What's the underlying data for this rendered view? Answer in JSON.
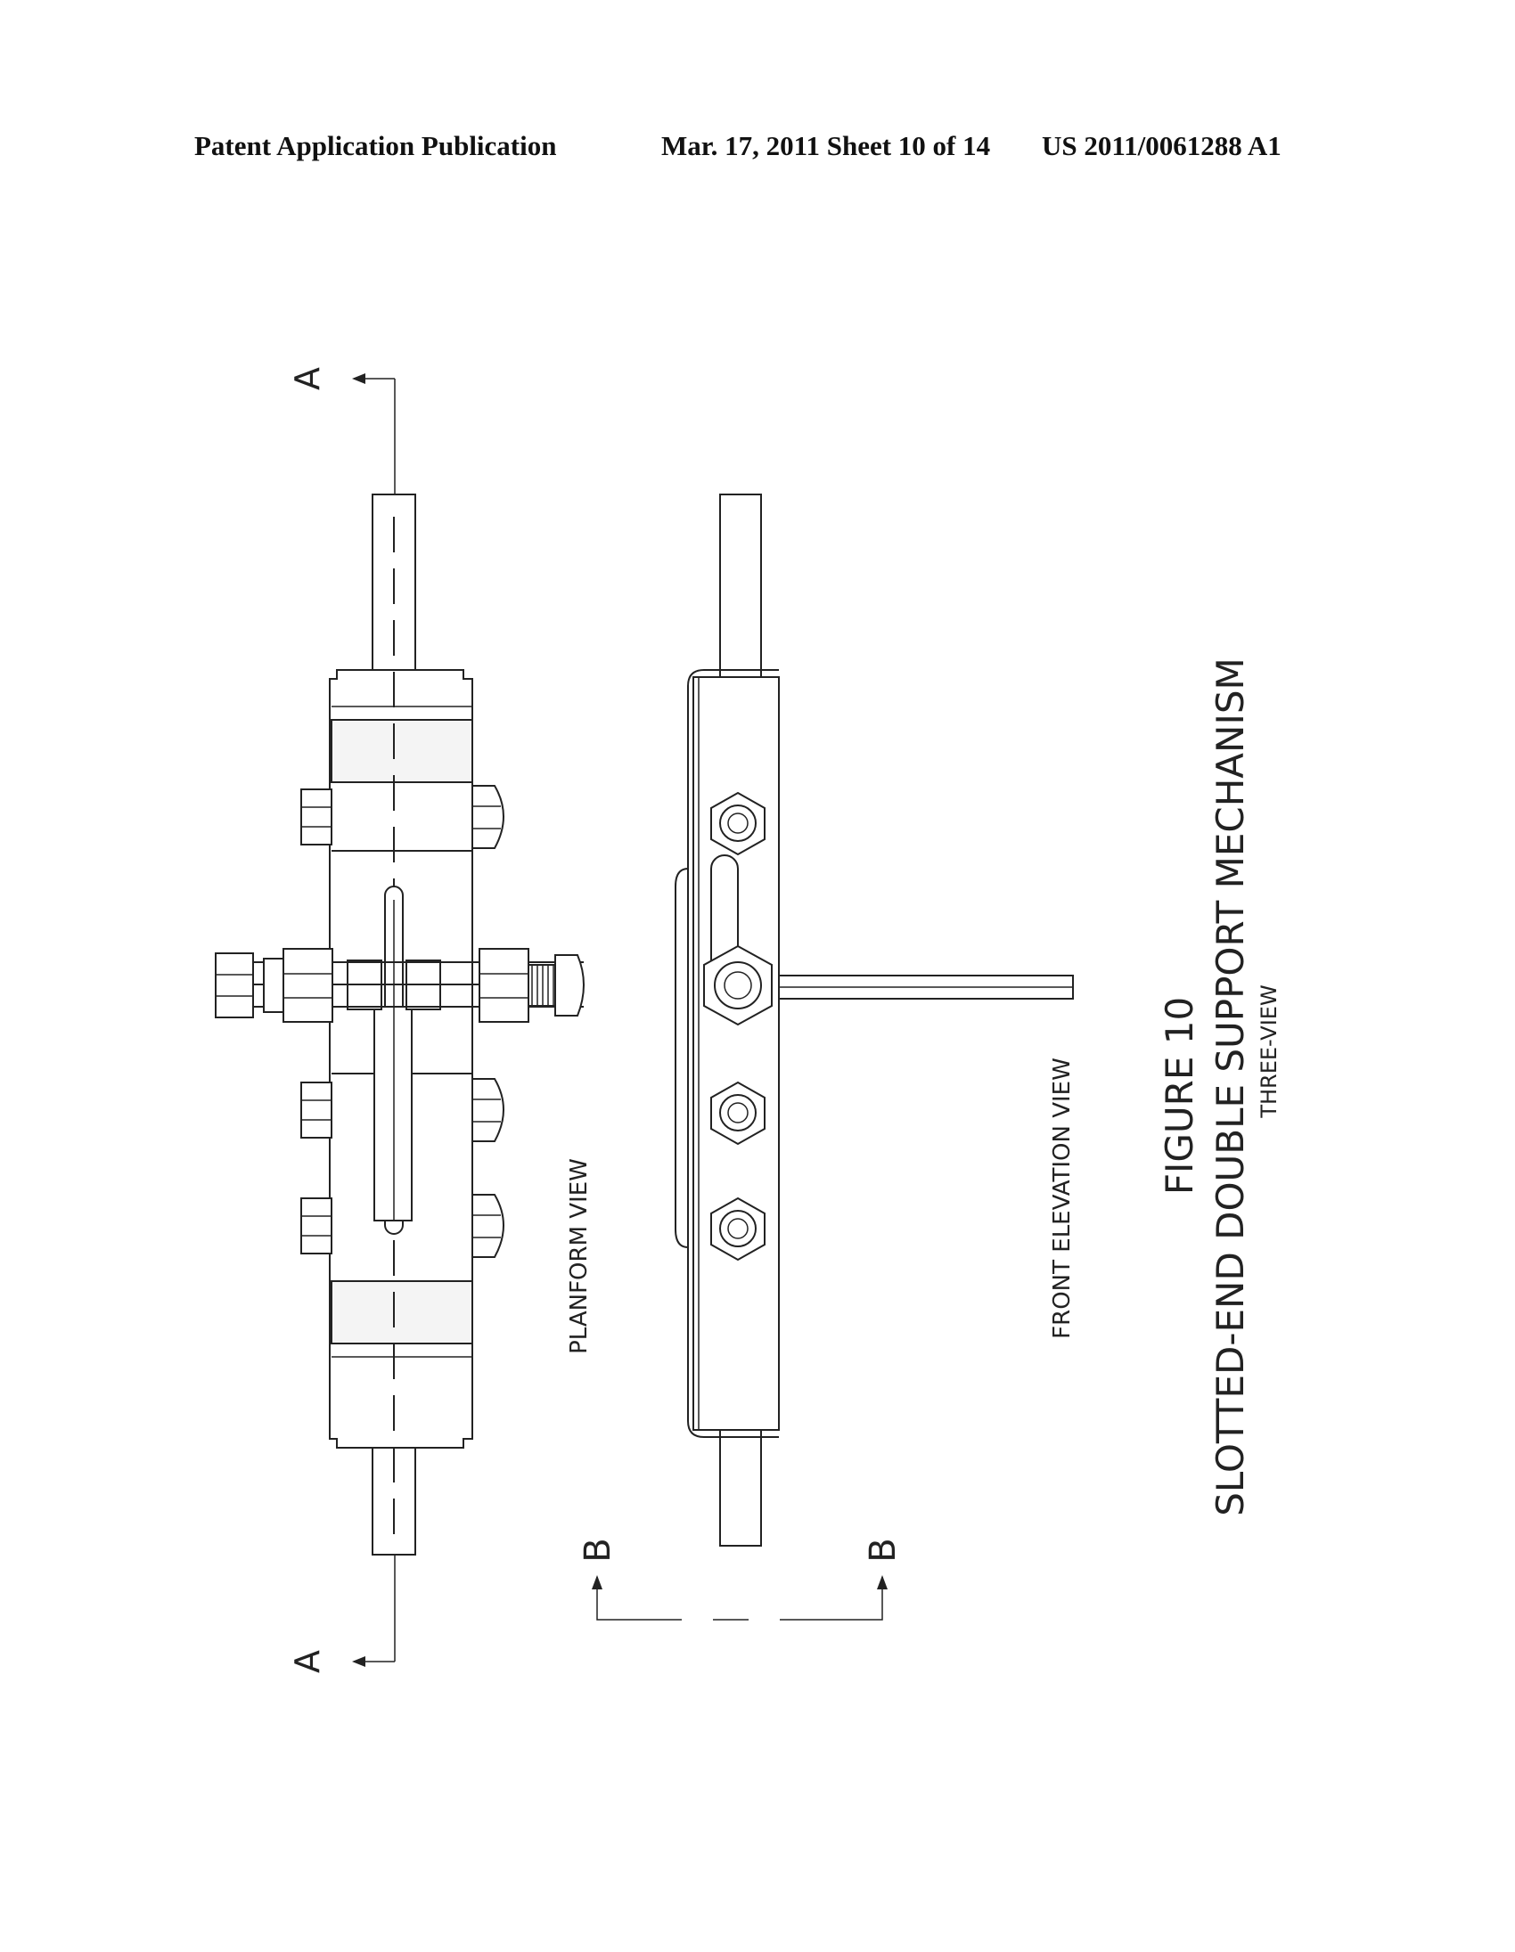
{
  "header": {
    "publication": "Patent Application Publication",
    "date_sheet": "Mar. 17, 2011  Sheet 10 of 14",
    "number": "US 2011/0061288 A1"
  },
  "figure": {
    "number": "FIGURE 10",
    "title": "SLOTTED-END DOUBLE SUPPORT MECHANISM",
    "subtitle": "THREE-VIEW"
  },
  "views": {
    "planform": "PLANFORM VIEW",
    "front_elevation": "FRONT ELEVATION VIEW"
  },
  "section_markers": {
    "a_top": "A",
    "a_bottom": "A",
    "b_left": "B",
    "b_right": "B"
  }
}
